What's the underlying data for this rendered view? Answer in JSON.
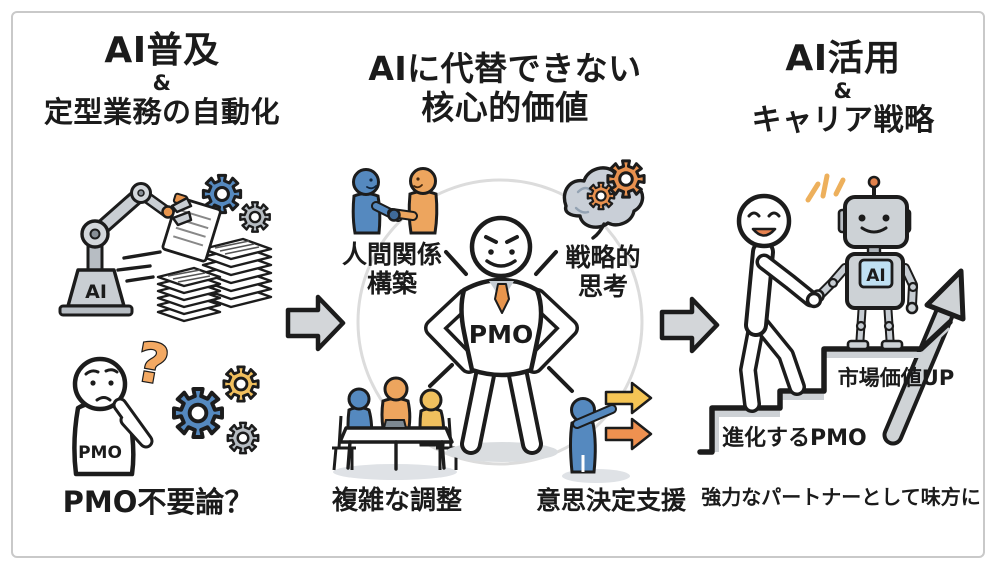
{
  "panels": {
    "left": {
      "title_line1": "AI普及",
      "title_amp": "&",
      "title_line2": "定型業務の自動化",
      "robot_base_label": "AI",
      "person_label": "PMO",
      "question_mark": "?",
      "caption": "PMO不要論？"
    },
    "middle": {
      "title_line1": "AIに代替できない",
      "title_line2": "核心的価値",
      "center_label": "PMO",
      "label_top_left_line1": "人間関係",
      "label_top_left_line2": "構築",
      "label_top_right_line1": "戦略的",
      "label_top_right_line2": "思考",
      "label_bottom_left": "複雑な調整",
      "label_bottom_right": "意思決定支援"
    },
    "right": {
      "title_line1": "AI活用",
      "title_amp": "&",
      "title_line2": "キャリア戦略",
      "robot_label": "AI",
      "stairs_label": "市場価値UP",
      "evolve_label": "進化するPMO",
      "caption": "強力なパートナーとして味方に"
    }
  },
  "colors": {
    "blue": "#5589bf",
    "orange": "#e8954d",
    "yellow": "#f2c05e",
    "gear_gray": "#b6bcc2",
    "robot_gray": "#cdd2d6",
    "arrow_gray": "#d3d6d9",
    "outline": "#1c1c1c"
  }
}
